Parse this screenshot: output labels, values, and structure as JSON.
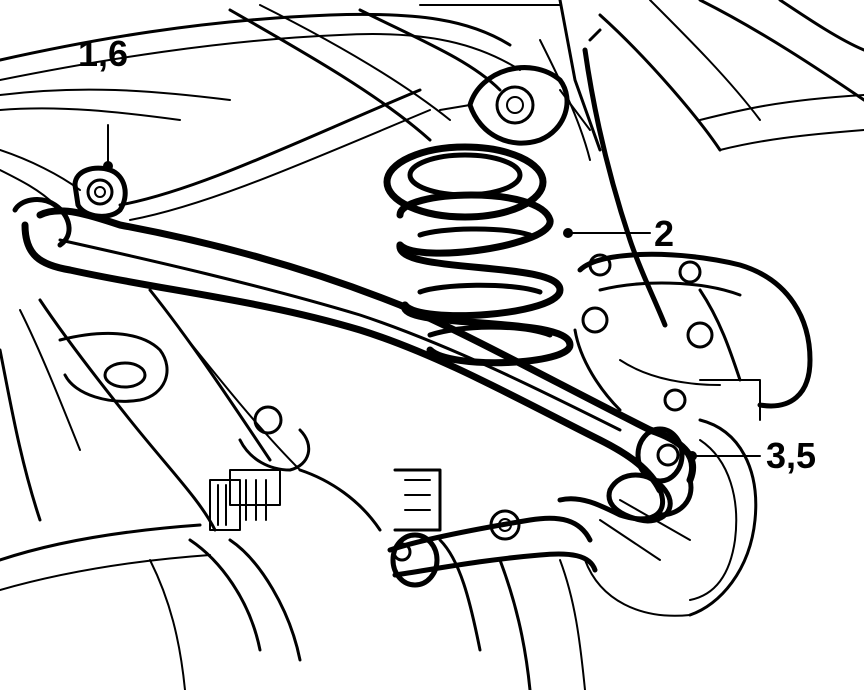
{
  "callouts": {
    "c1": "1,6",
    "c2": "2",
    "c3": "3,5"
  },
  "colors": {
    "line": "#000000",
    "background": "#ffffff"
  }
}
